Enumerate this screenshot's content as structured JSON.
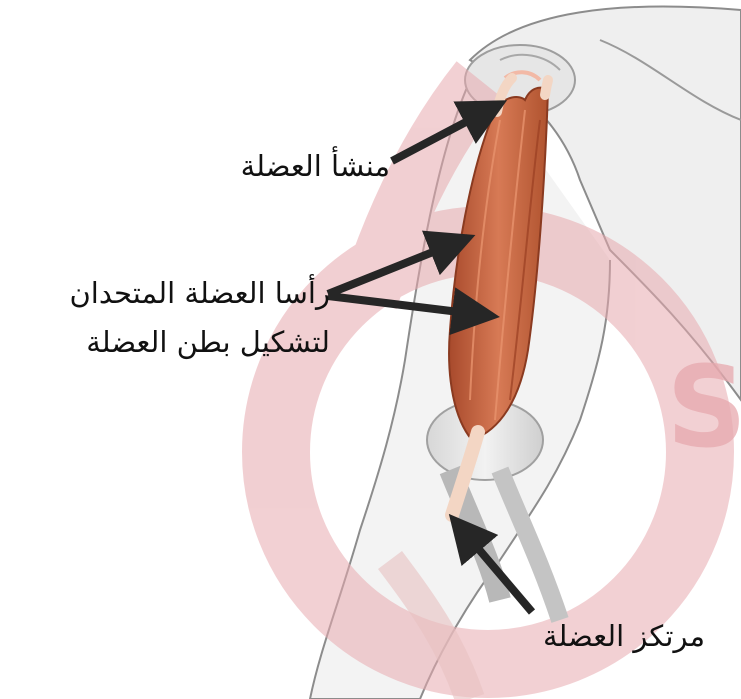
{
  "labels": {
    "origin": "منشأ العضلة",
    "heads_line1": "رأسا العضلة المتحدان",
    "heads_line2": "لتشكيل بطن العضلة",
    "insertion": "مرتكز العضلة"
  },
  "watermark": {
    "letter": "S",
    "color": "#e7a9ae"
  },
  "colors": {
    "muscle": "#c0643f",
    "tendon": "#f3d6c4",
    "skin_outline": "#8c8c8c",
    "arrow": "#262626"
  }
}
